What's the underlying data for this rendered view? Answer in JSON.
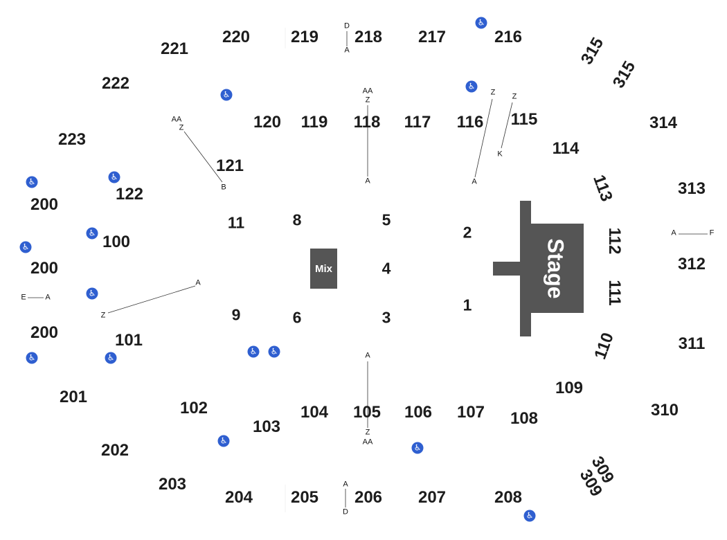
{
  "sections": {
    "s200a": "200",
    "s200b": "200",
    "s200c": "200",
    "s201": "201",
    "s202": "202",
    "s203": "203",
    "s204": "204",
    "s205": "205",
    "s206": "206",
    "s207": "207",
    "s208": "208",
    "s216": "216",
    "s217": "217",
    "s218": "218",
    "s219": "219",
    "s220": "220",
    "s221": "221",
    "s222": "222",
    "s223": "223",
    "s100": "100",
    "s101": "101",
    "s102": "102",
    "s103": "103",
    "s104": "104",
    "s105": "105",
    "s106": "106",
    "s107": "107",
    "s108": "108",
    "s109": "109",
    "s110": "110",
    "s111": "111",
    "s112": "112",
    "s113": "113",
    "s114": "114",
    "s115": "115",
    "s116": "116",
    "s117": "117",
    "s118": "118",
    "s119": "119",
    "s120": "120",
    "s121": "121",
    "s122": "122",
    "s309a": "309",
    "s309b": "309",
    "s310": "310",
    "s311": "311",
    "s312": "312",
    "s313": "313",
    "s314": "314",
    "s315a": "315",
    "s315b": "315"
  },
  "floor": {
    "f1": "1",
    "f2": "2",
    "f3": "3",
    "f4": "4",
    "f5": "5",
    "f6": "6",
    "f8": "8",
    "f9": "9",
    "f11": "11"
  },
  "mix_label": "Mix",
  "stage_label": "Stage",
  "rows": {
    "r218_top": "D",
    "r218_bot": "A",
    "r206_top": "A",
    "r206_bot": "D",
    "r118_aa": "AA",
    "r118_z": "Z",
    "r118_a": "A",
    "r105_a": "A",
    "r105_z": "Z",
    "r105_aa": "AA",
    "r121_aa": "AA",
    "r121_z": "Z",
    "r121_b": "B",
    "r116_z": "Z",
    "r116_a": "A",
    "r115_z": "Z",
    "r115_k": "K",
    "r101_a": "A",
    "r101_z": "Z",
    "r200_e": "E",
    "r200_a": "A",
    "r312_a": "A",
    "r312_f": "F"
  },
  "icons": {
    "accessible": "wheelchair-icon"
  },
  "colors": {
    "stage": "#555555",
    "accessible": "#2f5fd0",
    "text": "#1c1c1c"
  }
}
